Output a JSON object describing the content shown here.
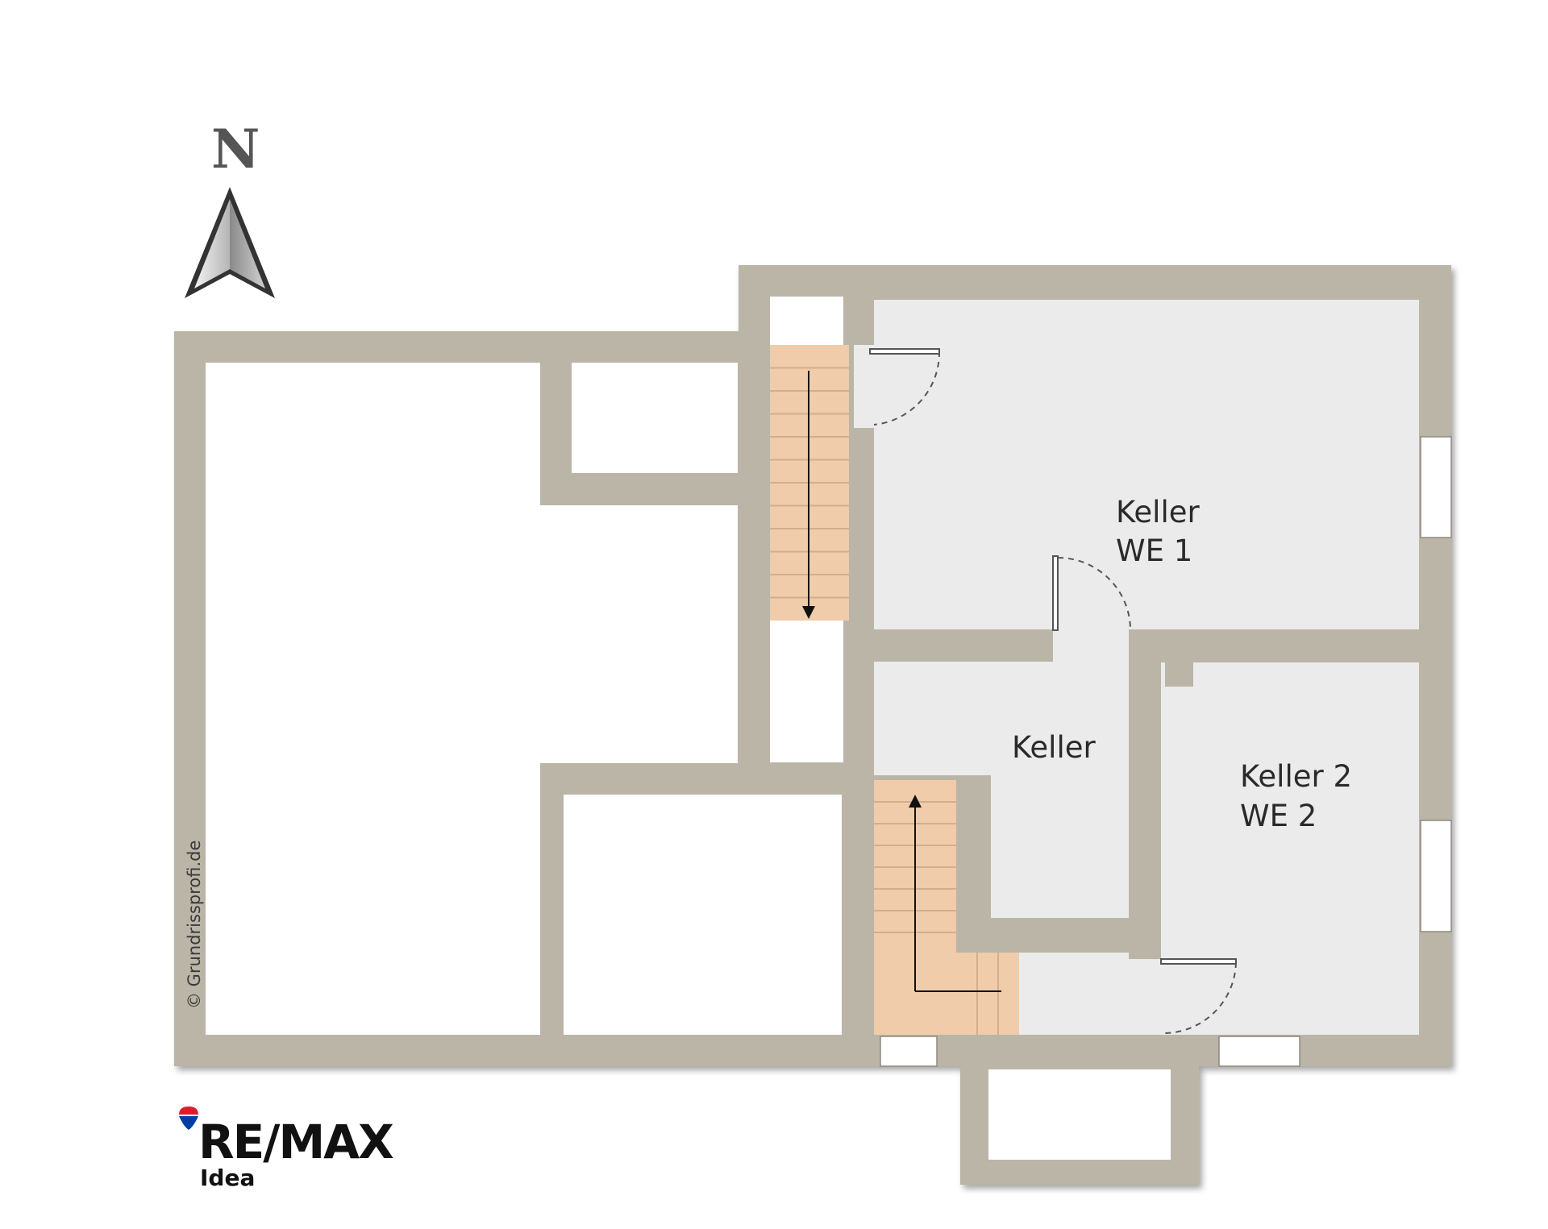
{
  "colors": {
    "wall": "#bab5a7",
    "wall_edge": "#8f8a7e",
    "floor_used": "#ebebeb",
    "floor_empty": "#ffffff",
    "stairs": "#f0ccaa",
    "stair_lines": "#d4ae8c",
    "window": "#ffffff",
    "remax_red": "#dc1c2e",
    "remax_blue": "#003da5"
  },
  "compass": {
    "letter": "N",
    "icon": "north-arrow-icon"
  },
  "rooms": {
    "keller_we1": {
      "line1": "Keller",
      "line2": "WE 1"
    },
    "keller": {
      "line1": "Keller"
    },
    "keller2_we2": {
      "line1": "Keller 2",
      "line2": "WE 2"
    }
  },
  "copyright": "© Grundrissprofi.de",
  "logo": {
    "name": "RE/MAX",
    "sub": "Idea",
    "icon": "remax-balloon-icon"
  }
}
